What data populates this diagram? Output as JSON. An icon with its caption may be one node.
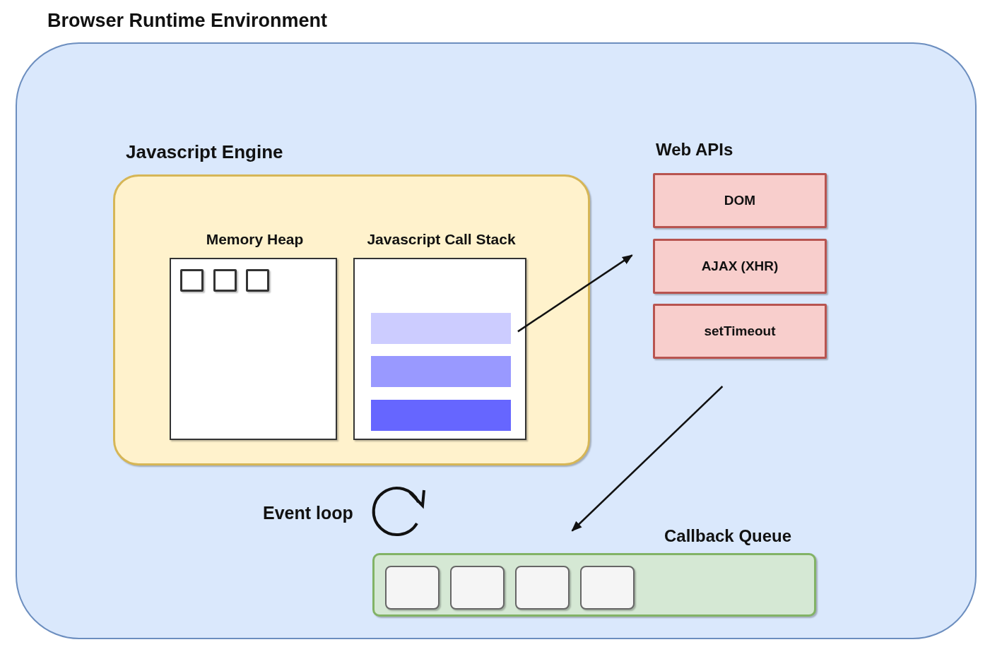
{
  "diagram": {
    "nodes": [
      {
        "text": [
          "Browser Runtime Environment"
        ]
      },
      {
        "text": [
          "Javascript Engine"
        ],
        "in": 0
      },
      {
        "text": [
          "Memory Heap"
        ],
        "in": 1
      },
      {
        "text": [],
        "shape": "box",
        "in": 2
      },
      {
        "text": [],
        "shape": "box",
        "in": 2
      },
      {
        "text": [],
        "shape": "box",
        "in": 2
      },
      {
        "text": [
          "Javascript Call Stack"
        ],
        "in": 1
      },
      {
        "text": [],
        "shape": "bar",
        "in": 6
      },
      {
        "text": [],
        "shape": "bar",
        "in": 6
      },
      {
        "text": [],
        "shape": "bar",
        "in": 6
      },
      {
        "text": [
          "DOM"
        ],
        "in": 0
      },
      {
        "text": [
          "AJAX (XHR)"
        ],
        "in": 0
      },
      {
        "text": [
          "setTimeout"
        ],
        "in": 0
      },
      {
        "text": [
          "Callback Queue"
        ],
        "in": 0
      },
      {
        "text": [],
        "shape": "box",
        "in": 13
      },
      {
        "text": [],
        "shape": "box",
        "in": 13
      },
      {
        "text": [],
        "shape": "box",
        "in": 13
      },
      {
        "text": [],
        "shape": "box",
        "in": 13
      }
    ],
    "edges": [
      {
        "from": 7,
        "to": 11,
        "arrow": "to"
      },
      {
        "from": 12,
        "to": 13,
        "arrow": "to"
      }
    ],
    "labels": [
      "Web APIs",
      "Event loop"
    ]
  }
}
